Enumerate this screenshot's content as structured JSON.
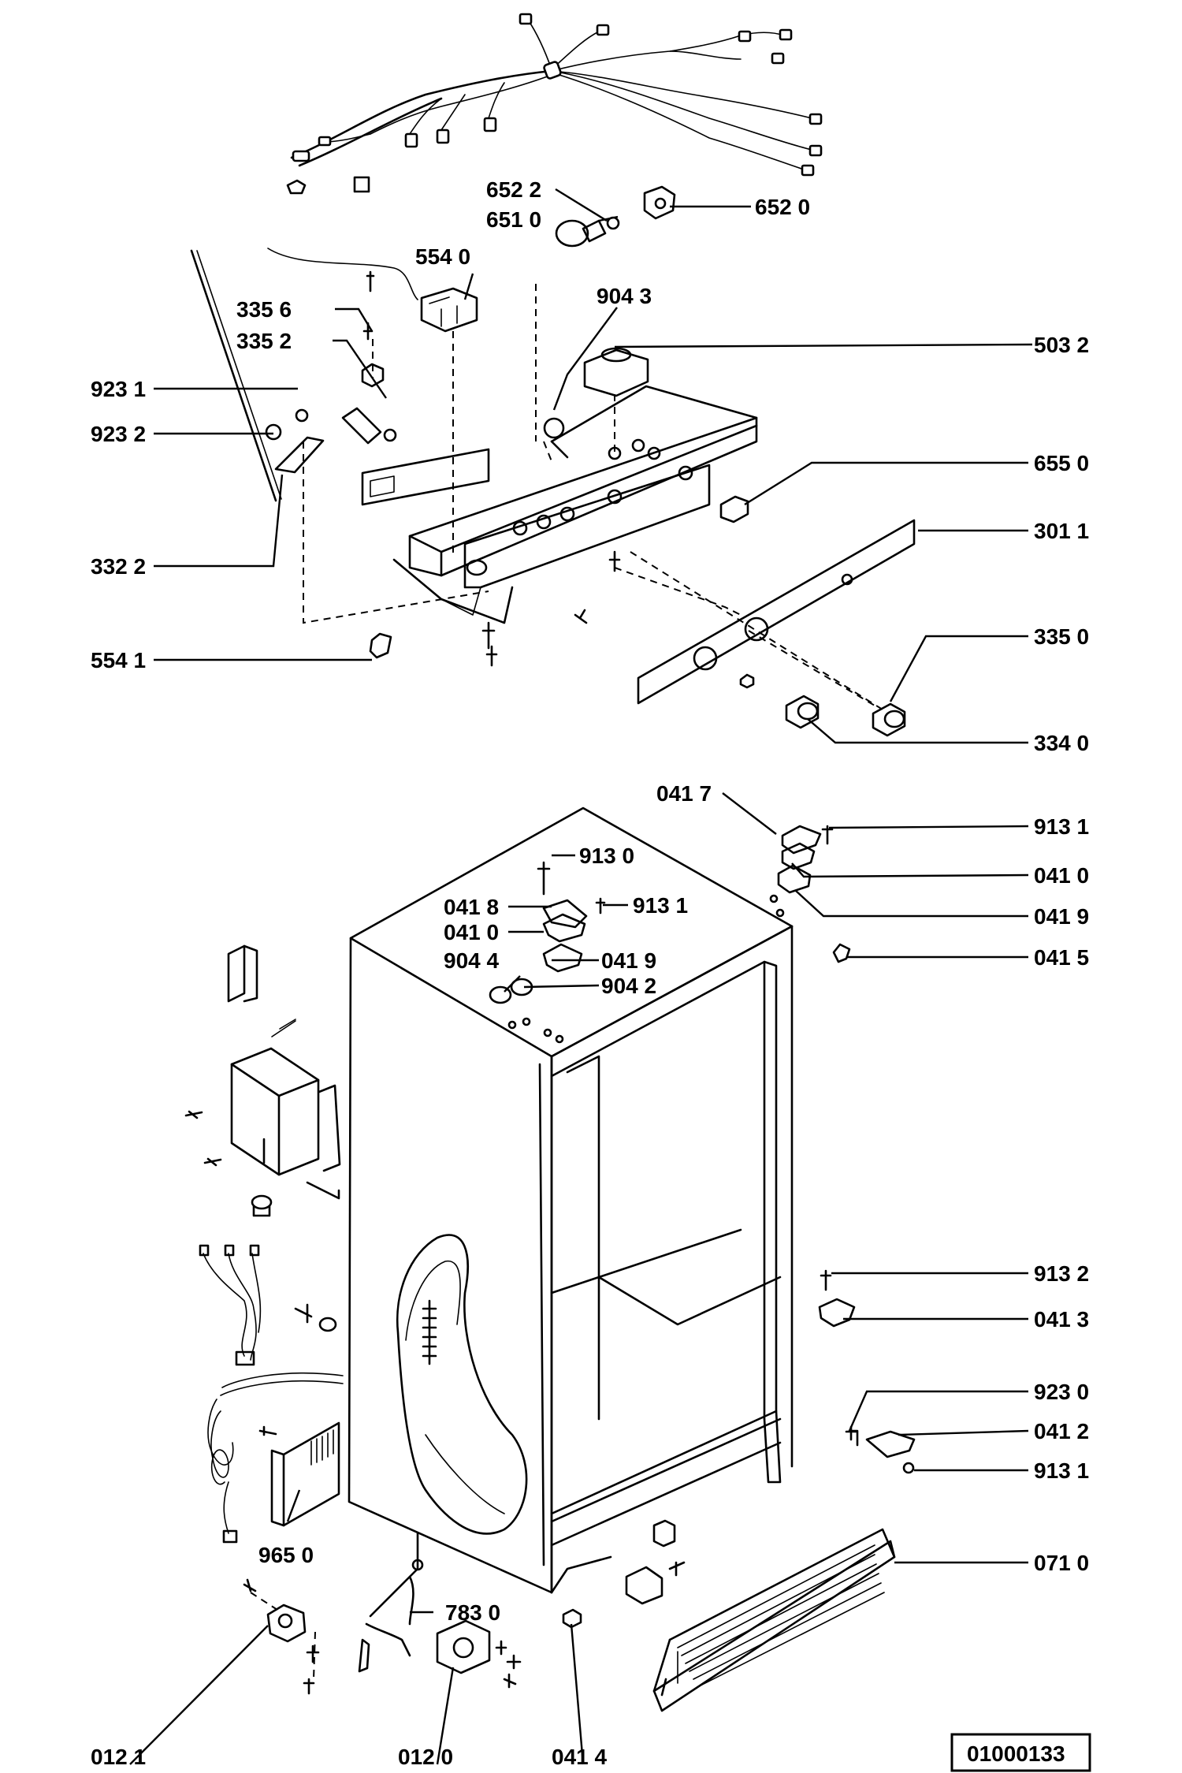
{
  "labels": [
    {
      "id": "652-2",
      "text": "652 2"
    },
    {
      "id": "651-0",
      "text": "651 0"
    },
    {
      "id": "652-0",
      "text": "652 0"
    },
    {
      "id": "554-0",
      "text": "554 0"
    },
    {
      "id": "904-3",
      "text": "904 3"
    },
    {
      "id": "335-6",
      "text": "335 6"
    },
    {
      "id": "335-2",
      "text": "335 2"
    },
    {
      "id": "503-2",
      "text": "503 2"
    },
    {
      "id": "923-1",
      "text": "923 1"
    },
    {
      "id": "923-2",
      "text": "923 2"
    },
    {
      "id": "655-0",
      "text": "655 0"
    },
    {
      "id": "301-1",
      "text": "301 1"
    },
    {
      "id": "332-2",
      "text": "332 2"
    },
    {
      "id": "335-0",
      "text": "335 0"
    },
    {
      "id": "554-1",
      "text": "554 1"
    },
    {
      "id": "334-0",
      "text": "334 0"
    },
    {
      "id": "041-7",
      "text": "041 7"
    },
    {
      "id": "913-1a",
      "text": "913 1"
    },
    {
      "id": "913-0",
      "text": "913 0"
    },
    {
      "id": "041-0a",
      "text": "041 0"
    },
    {
      "id": "041-8",
      "text": "041 8"
    },
    {
      "id": "913-1b",
      "text": "913 1"
    },
    {
      "id": "041-9a",
      "text": "041 9"
    },
    {
      "id": "041-0b",
      "text": "041 0"
    },
    {
      "id": "041-9b",
      "text": "041 9"
    },
    {
      "id": "041-5",
      "text": "041 5"
    },
    {
      "id": "904-4",
      "text": "904 4"
    },
    {
      "id": "904-2",
      "text": "904 2"
    },
    {
      "id": "913-2",
      "text": "913 2"
    },
    {
      "id": "041-3",
      "text": "041 3"
    },
    {
      "id": "923-0",
      "text": "923 0"
    },
    {
      "id": "041-2",
      "text": "041 2"
    },
    {
      "id": "913-1c",
      "text": "913 1"
    },
    {
      "id": "965-0",
      "text": "965 0"
    },
    {
      "id": "071-0",
      "text": "071 0"
    },
    {
      "id": "783-0",
      "text": "783 0"
    },
    {
      "id": "012-1",
      "text": "012 1"
    },
    {
      "id": "012-0",
      "text": "012 0"
    },
    {
      "id": "041-4",
      "text": "041 4"
    }
  ],
  "document_number": "01000133"
}
